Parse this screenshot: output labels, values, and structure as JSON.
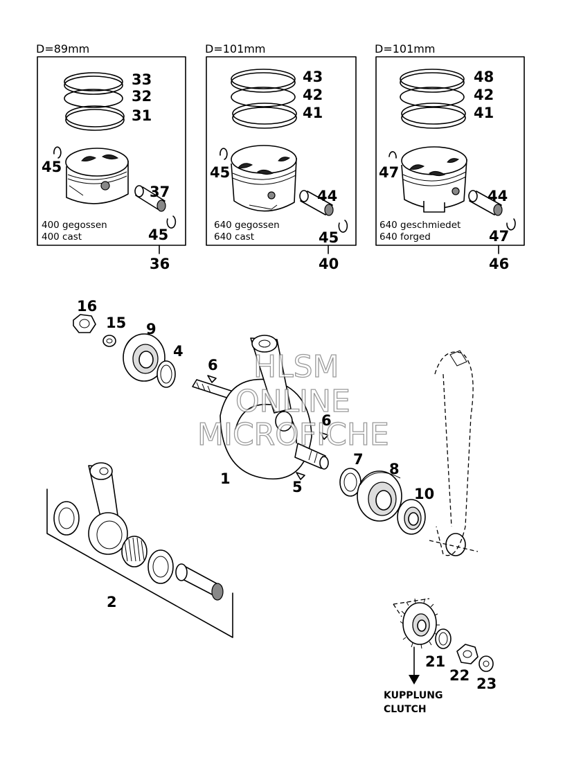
{
  "panels": [
    {
      "diameter": "D=89mm",
      "rings": [
        "33",
        "32",
        "31"
      ],
      "clip_top": "45",
      "pin": "37",
      "clip_bottom": "45",
      "caption_de": "400 gegossen",
      "caption_en": "400 cast",
      "assembly": "36"
    },
    {
      "diameter": "D=101mm",
      "rings": [
        "43",
        "42",
        "41"
      ],
      "clip_top": "45",
      "pin": "44",
      "clip_bottom": "45",
      "caption_de": "640 gegossen",
      "caption_en": "640 cast",
      "assembly": "40"
    },
    {
      "diameter": "D=101mm",
      "rings": [
        "48",
        "42",
        "41"
      ],
      "clip_top": "47",
      "pin": "44",
      "clip_bottom": "47",
      "caption_de": "640 geschmiedet",
      "caption_en": "640 forged",
      "assembly": "46"
    }
  ],
  "parts": {
    "crankshaft": "1",
    "conrod_kit": "2",
    "shim_left": "4",
    "key_lower": "5",
    "key_upper_left": "6",
    "key_upper_right": "6",
    "shim_right": "7",
    "bearing_right": "8",
    "bearing_left": "9",
    "seal": "10",
    "washer": "15",
    "nut": "16",
    "lock_ring": "21",
    "gear_nut": "22",
    "small_nut": "23"
  },
  "clutch": {
    "label_de": "KUPPLUNG",
    "label_en": "CLUTCH"
  },
  "watermark": {
    "line1": "HLSM",
    "line2": "ONLINE",
    "line3": "MICROFICHE"
  }
}
